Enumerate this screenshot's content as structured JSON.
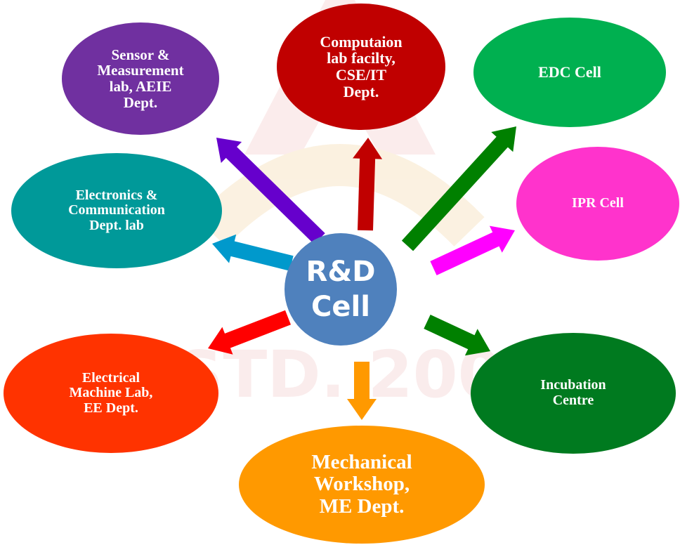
{
  "diagram": {
    "background": "#ffffff",
    "watermark": {
      "text": "ESTD. 2005",
      "color": "#f6dede"
    },
    "center": {
      "label": "R&D\nCell",
      "color": "#4f81bd"
    },
    "nodes": [
      {
        "id": "sensor",
        "label": "Sensor &\nMeasurement\nlab, AEIE\nDept.",
        "color": "#7030a0",
        "arrow_color": "#6600cc"
      },
      {
        "id": "computation",
        "label": "Computaion\nlab facilty,\nCSE/IT\nDept.",
        "color": "#c00000",
        "arrow_color": "#c00000"
      },
      {
        "id": "edc",
        "label": "EDC Cell",
        "color": "#00b050",
        "arrow_color": "#008000"
      },
      {
        "id": "ipr",
        "label": "IPR Cell",
        "color": "#ff33cc",
        "arrow_color": "#ff00ff"
      },
      {
        "id": "incubation",
        "label": "Incubation\nCentre",
        "color": "#007a1f",
        "arrow_color": "#008000"
      },
      {
        "id": "mechanical",
        "label": "Mechanical\nWorkshop,\nME Dept.",
        "color": "#ff9900",
        "arrow_color": "#ff9900"
      },
      {
        "id": "electrical",
        "label": "Electrical\nMachine Lab,\nEE Dept.",
        "color": "#ff3300",
        "arrow_color": "#ff0000"
      },
      {
        "id": "electronics",
        "label": "Electronics &\nCommunication\nDept. lab",
        "color": "#009999",
        "arrow_color": "#0099cc"
      }
    ]
  }
}
